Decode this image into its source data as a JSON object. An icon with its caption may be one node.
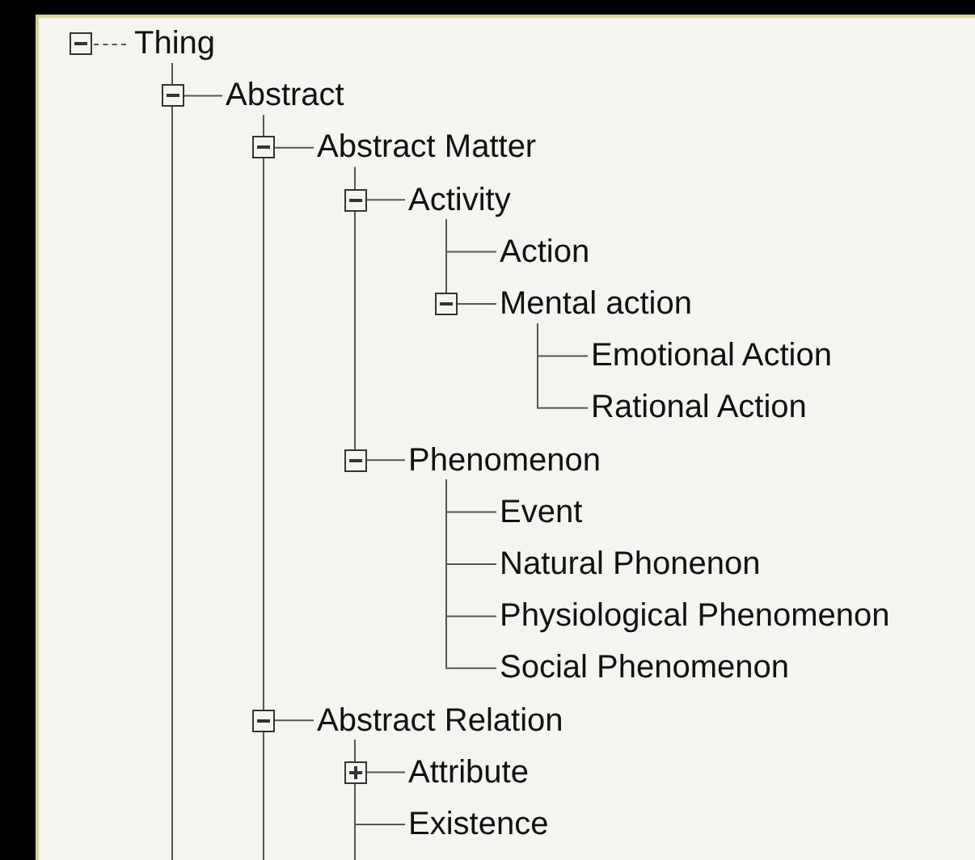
{
  "diagram": {
    "nodes": [
      {
        "text": [
          "Thing"
        ]
      },
      {
        "text": [
          "Abstract"
        ]
      },
      {
        "text": [
          "Abstract Matter"
        ]
      },
      {
        "text": [
          "Activity"
        ]
      },
      {
        "text": [
          "Action"
        ]
      },
      {
        "text": [
          "Mental action"
        ]
      },
      {
        "text": [
          "Emotional Action"
        ]
      },
      {
        "text": [
          "Rational Action"
        ]
      },
      {
        "text": [
          "Phenomenon"
        ]
      },
      {
        "text": [
          "Event"
        ]
      },
      {
        "text": [
          "Natural Phonenon"
        ]
      },
      {
        "text": [
          "Physiological Phenomenon"
        ]
      },
      {
        "text": [
          "Social Phenomenon"
        ]
      },
      {
        "text": [
          "Abstract Relation"
        ]
      },
      {
        "text": [
          "Attribute"
        ]
      },
      {
        "text": [
          "Existence"
        ]
      }
    ],
    "edges": [
      {
        "from": 0,
        "to": 1,
        "arrow": "none"
      },
      {
        "from": 1,
        "to": 2,
        "arrow": "none"
      },
      {
        "from": 2,
        "to": 3,
        "arrow": "none"
      },
      {
        "from": 3,
        "to": 4,
        "arrow": "none"
      },
      {
        "from": 3,
        "to": 5,
        "arrow": "none"
      },
      {
        "from": 5,
        "to": 6,
        "arrow": "none"
      },
      {
        "from": 5,
        "to": 7,
        "arrow": "none"
      },
      {
        "from": 2,
        "to": 8,
        "arrow": "none"
      },
      {
        "from": 8,
        "to": 9,
        "arrow": "none"
      },
      {
        "from": 8,
        "to": 10,
        "arrow": "none"
      },
      {
        "from": 8,
        "to": 11,
        "arrow": "none"
      },
      {
        "from": 8,
        "to": 12,
        "arrow": "none"
      },
      {
        "from": 1,
        "to": 13,
        "arrow": "none"
      },
      {
        "from": 13,
        "to": 14,
        "arrow": "none"
      },
      {
        "from": 13,
        "to": 15,
        "arrow": "none"
      }
    ]
  }
}
